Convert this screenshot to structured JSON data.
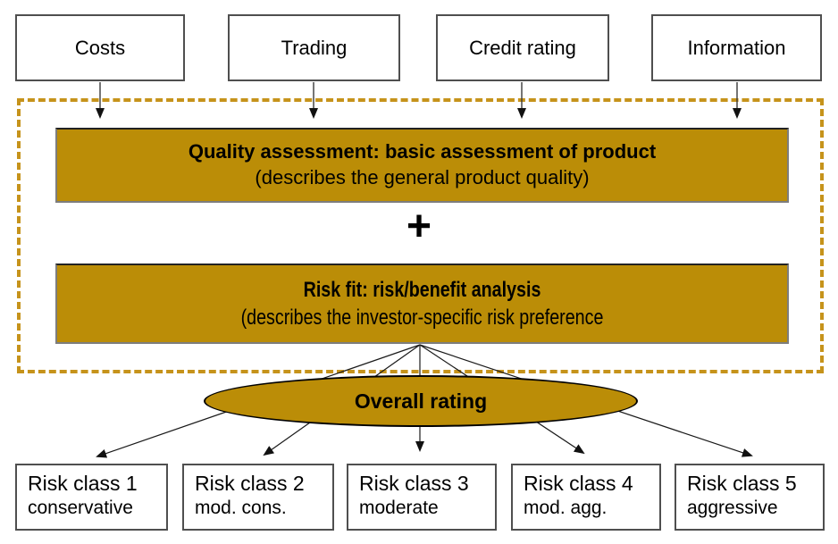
{
  "inputs": [
    {
      "label": "Costs"
    },
    {
      "label": "Trading"
    },
    {
      "label": "Credit rating"
    },
    {
      "label": "Information"
    }
  ],
  "quality_box": {
    "title": "Quality assessment: basic assessment of product",
    "subtitle": "(describes the general product quality)"
  },
  "plus_sign": "+",
  "risk_fit_box": {
    "title": "Risk fit: risk/benefit analysis",
    "subtitle": "(describes the investor-specific risk preference"
  },
  "overall_rating": {
    "label": "Overall rating"
  },
  "risk_classes": [
    {
      "title": "Risk class 1",
      "subtitle": "conservative"
    },
    {
      "title": "Risk class 2",
      "subtitle": "mod. cons."
    },
    {
      "title": "Risk class 3",
      "subtitle": "moderate"
    },
    {
      "title": "Risk class 4",
      "subtitle": "mod. agg."
    },
    {
      "title": "Risk class 5",
      "subtitle": "aggressive"
    }
  ],
  "colors": {
    "gold_fill": "#BB8D07",
    "dashed_border": "#C6931B",
    "box_outline": "#4F4F4F",
    "arrow": "#1A1A1A",
    "ellipse_outline": "#000000"
  }
}
